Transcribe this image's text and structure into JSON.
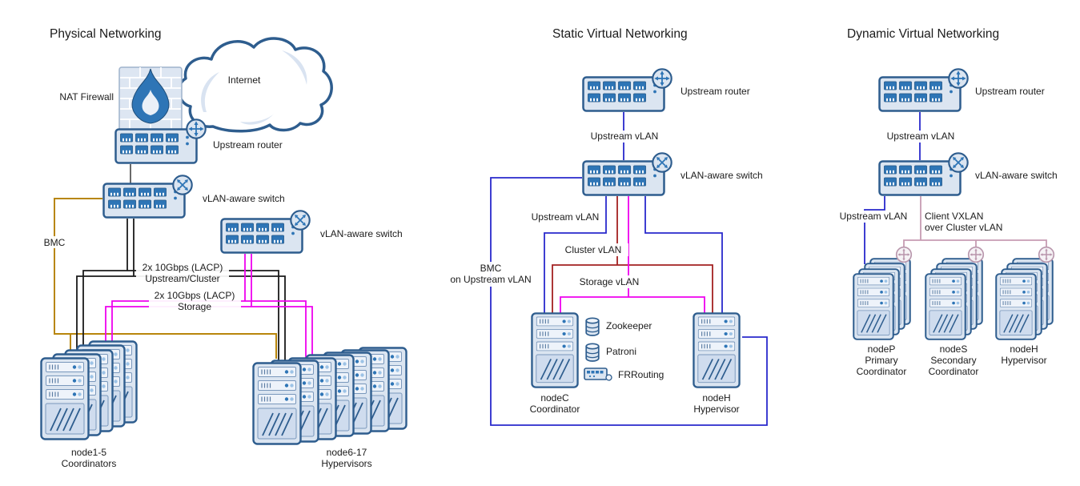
{
  "sections": {
    "physical": {
      "title": "Physical Networking",
      "labels": {
        "internet": "Internet",
        "nat_firewall": "NAT Firewall",
        "upstream_router": "Upstream router",
        "vlan_switch_a": "vLAN-aware switch",
        "vlan_switch_b": "vLAN-aware switch",
        "bmc": "BMC",
        "lacp_upstream_l1": "2x 10Gbps (LACP)",
        "lacp_upstream_l2": "Upstream/Cluster",
        "lacp_storage_l1": "2x 10Gbps (LACP)",
        "lacp_storage_l2": "Storage",
        "coordinators_l1": "node1-5",
        "coordinators_l2": "Coordinators",
        "hypervisors_l1": "node6-17",
        "hypervisors_l2": "Hypervisors"
      }
    },
    "static_virtual": {
      "title": "Static Virtual Networking",
      "labels": {
        "upstream_router": "Upstream router",
        "upstream_vlan_link": "Upstream vLAN",
        "vlan_switch": "vLAN-aware switch",
        "upstream_vlan": "Upstream vLAN",
        "cluster_vlan": "Cluster vLAN",
        "storage_vlan": "Storage vLAN",
        "bmc_l1": "BMC",
        "bmc_l2": "on Upstream vLAN",
        "zookeeper": "Zookeeper",
        "patroni": "Patroni",
        "frrouting": "FRRouting",
        "nodec_l1": "nodeC",
        "nodec_l2": "Coordinator",
        "nodeh_l1": "nodeH",
        "nodeh_l2": "Hypervisor"
      }
    },
    "dynamic_virtual": {
      "title": "Dynamic Virtual Networking",
      "labels": {
        "upstream_router": "Upstream router",
        "upstream_vlan_link": "Upstream vLAN",
        "vlan_switch": "vLAN-aware switch",
        "upstream_vlan": "Upstream vLAN",
        "client_vxlan_l1": "Client VXLAN",
        "client_vxlan_l2": "over Cluster vLAN",
        "nodep_l1": "nodeP",
        "nodep_l2": "Primary",
        "nodep_l3": "Coordinator",
        "nodes_l1": "nodeS",
        "nodes_l2": "Secondary",
        "nodes_l3": "Coordinator",
        "nodeh_l1": "nodeH",
        "nodeh_l2": "Hypervisor"
      }
    }
  },
  "colors": {
    "device_fill": "#dbe5f1",
    "device_stroke": "#2e5d8e",
    "port_blue": "#2e75b6",
    "bmc_olive": "#b8860b",
    "lacp_black": "#1a1a1a",
    "storage_magenta": "#ee00ee",
    "vlan_blue": "#2929cc",
    "cluster_red": "#a32020",
    "vxlan_pink": "#c79cb2",
    "link_gray": "#444444"
  }
}
